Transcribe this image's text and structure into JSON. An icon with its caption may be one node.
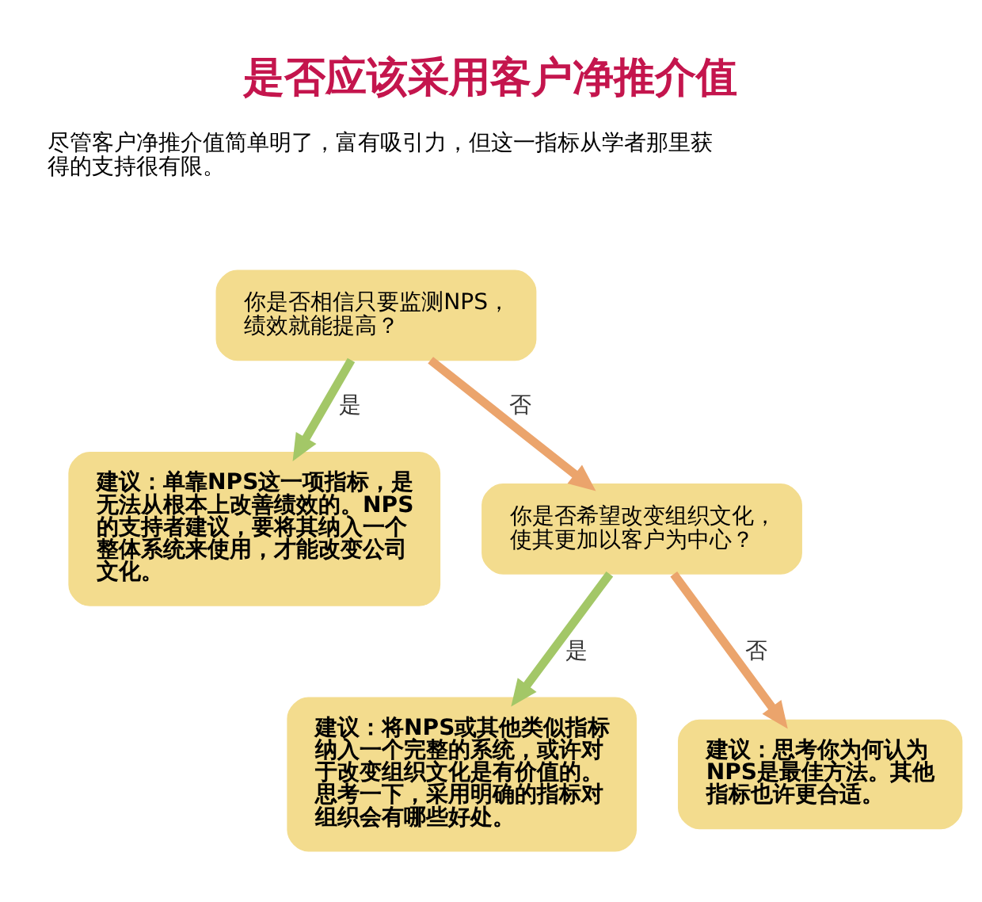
{
  "diagram": {
    "title": "是否应该采用客户净推介值",
    "nodes": [
      {
        "text": [
          "你是否相信只要监测NPS，绩效就能提高？"
        ]
      },
      {
        "text": [
          "建议：单靠NPS这一项指标，是无法从根本上改善绩效的。NPS的支持者建议，要将其纳入一个整体系统来使用，才能改变公司文化。"
        ]
      },
      {
        "text": [
          "你是否希望改变组织文化，使其更加以客户为中心？"
        ]
      },
      {
        "text": [
          "建议：将NPS或其他类似指标纳入一个完整的系统，或许对于改变组织文化是有价值的。思考一下，采用明确的指标对组织会有哪些好处。"
        ]
      },
      {
        "text": [
          "建议：思考你为何认为NPS是最佳方法。其他指标也许更合适。"
        ]
      }
    ],
    "edges": [
      {
        "from": 0,
        "to": 1,
        "arrow": "to",
        "label": "是",
        "color": "#a3c767"
      },
      {
        "from": 0,
        "to": 2,
        "arrow": "to",
        "label": "否",
        "color": "#eba46c"
      },
      {
        "from": 2,
        "to": 3,
        "arrow": "to",
        "label": "是",
        "color": "#a3c767"
      },
      {
        "from": 2,
        "to": 4,
        "arrow": "to",
        "label": "否",
        "color": "#eba46c"
      }
    ],
    "labels": [
      "尽管客户净推介值简单明了，富有吸引力，但这一指标从学者那里获得的支持很有限。"
    ]
  }
}
